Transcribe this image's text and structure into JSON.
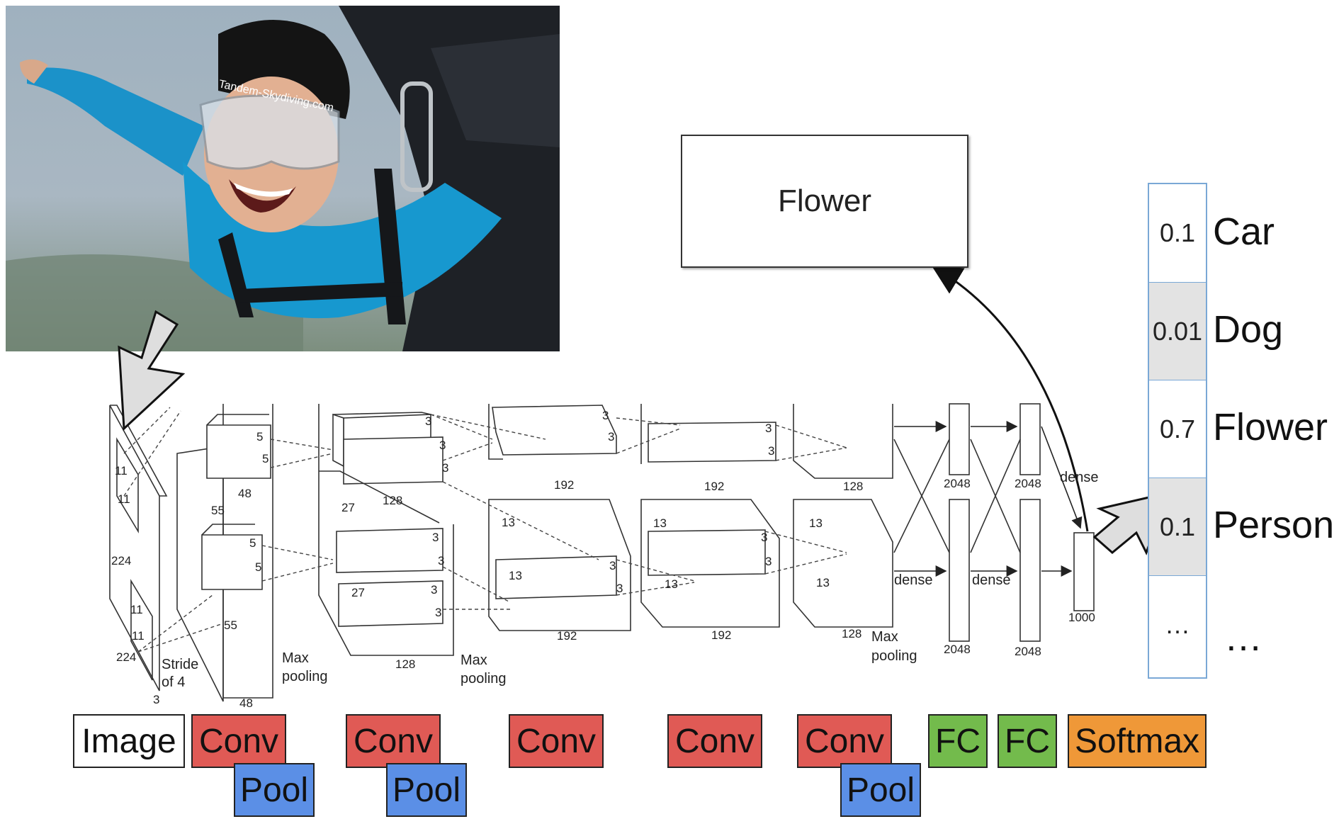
{
  "prediction_box": {
    "label": "Flower"
  },
  "probabilities": [
    {
      "value": "0.1",
      "class": "Car",
      "shaded": false
    },
    {
      "value": "0.01",
      "class": "Dog",
      "shaded": true
    },
    {
      "value": "0.7",
      "class": "Flower",
      "shaded": false
    },
    {
      "value": "0.1",
      "class": "Person",
      "shaded": true
    },
    {
      "value": "…",
      "class": "…",
      "shaded": false
    }
  ],
  "layer_labels": {
    "image": "Image",
    "conv": "Conv",
    "pool": "Pool",
    "fc": "FC",
    "softmax": "Softmax"
  },
  "diagram_text": {
    "in_11": "11",
    "in_224": "224",
    "in_3": "3",
    "stride_1": "Stride",
    "stride_2": "of 4",
    "k5": "5",
    "d55": "55",
    "d48": "48",
    "maxpool_1": "Max",
    "maxpool_2": "pooling",
    "d27": "27",
    "d128": "128",
    "k3": "3",
    "d13": "13",
    "d192": "192",
    "d2048": "2048",
    "dense": "dense",
    "d1000": "1000"
  },
  "photo_caption": "Tandem-Skydiving.com"
}
